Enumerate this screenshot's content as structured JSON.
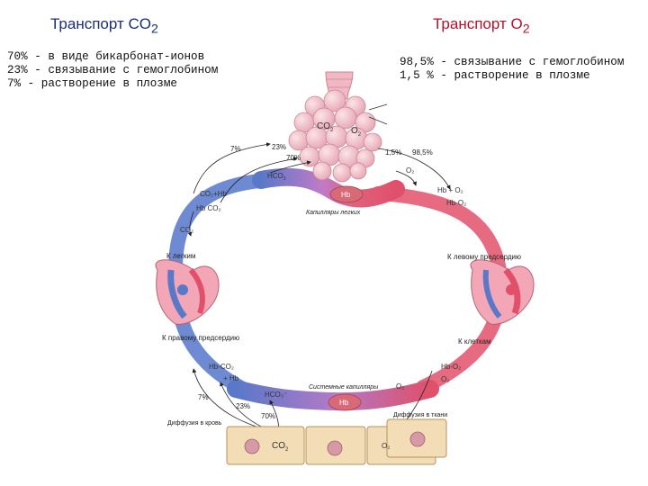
{
  "titles": {
    "co2": "Транспорт CO",
    "co2_sub": "2",
    "o2": "Транспорт O",
    "o2_sub": "2"
  },
  "co2_stats": [
    "70% - в виде бикарбонат-ионов",
    "23% - связывание с гемоглобином",
    "7% - растворение в плозме"
  ],
  "o2_stats": [
    "98,5% - связывание с гемоглобином",
    "1,5 % - растворение в плозме"
  ],
  "lung": {
    "co2": "CO",
    "co2_sub": "2",
    "o2": "O",
    "o2_sub": "2",
    "pct_7": "7%",
    "pct_23": "23%",
    "pct_70": "70%",
    "hco3": "HCO",
    "hco3_sub": "3",
    "co2hb": "CO₂+Hb",
    "hbco2": "Hb CO₂",
    "co2_out": "CO₂",
    "hb": "Hb",
    "capillary": "Капилляры легких",
    "pct_15": "1,5%",
    "pct_985": "98,5%",
    "o2_small": "O₂",
    "hb_o2": "Hb + O₂",
    "hbo2": "Hb-O₂"
  },
  "heart": {
    "to_lungs_left": "К легким",
    "to_left_atrium": "К левому предсердию",
    "to_right_atrium": "К правому предсердию",
    "to_tissues_right": "К клеткам"
  },
  "tissue": {
    "hbco2": "Hb-CO₂",
    "hb_plus": "+ Hb",
    "pct_7": "7%",
    "pct_23": "23%",
    "pct_70": "70%",
    "hco3": "HCO₃⁻",
    "hb": "Hb",
    "capillary": "Системные капилляры",
    "diff_blood": "Диффузия в кровь",
    "diff_tissue": "Диффузия в ткани",
    "co2": "CO",
    "co2_sub": "2",
    "hbo2": "Hb-O₂",
    "o2": "O₂",
    "o2_left": "O₂",
    "o2_bottom": "O₂"
  },
  "colors": {
    "co2_title": "#1a2f7a",
    "o2_title": "#b8102a",
    "vein_blue": "#5a78c8",
    "artery_red": "#e0506a",
    "capillary_mid": "#c07ac8",
    "rbc": "#d86a78",
    "alveoli": "#f3c6cf",
    "tissue_cell": "#f2ddb6"
  }
}
